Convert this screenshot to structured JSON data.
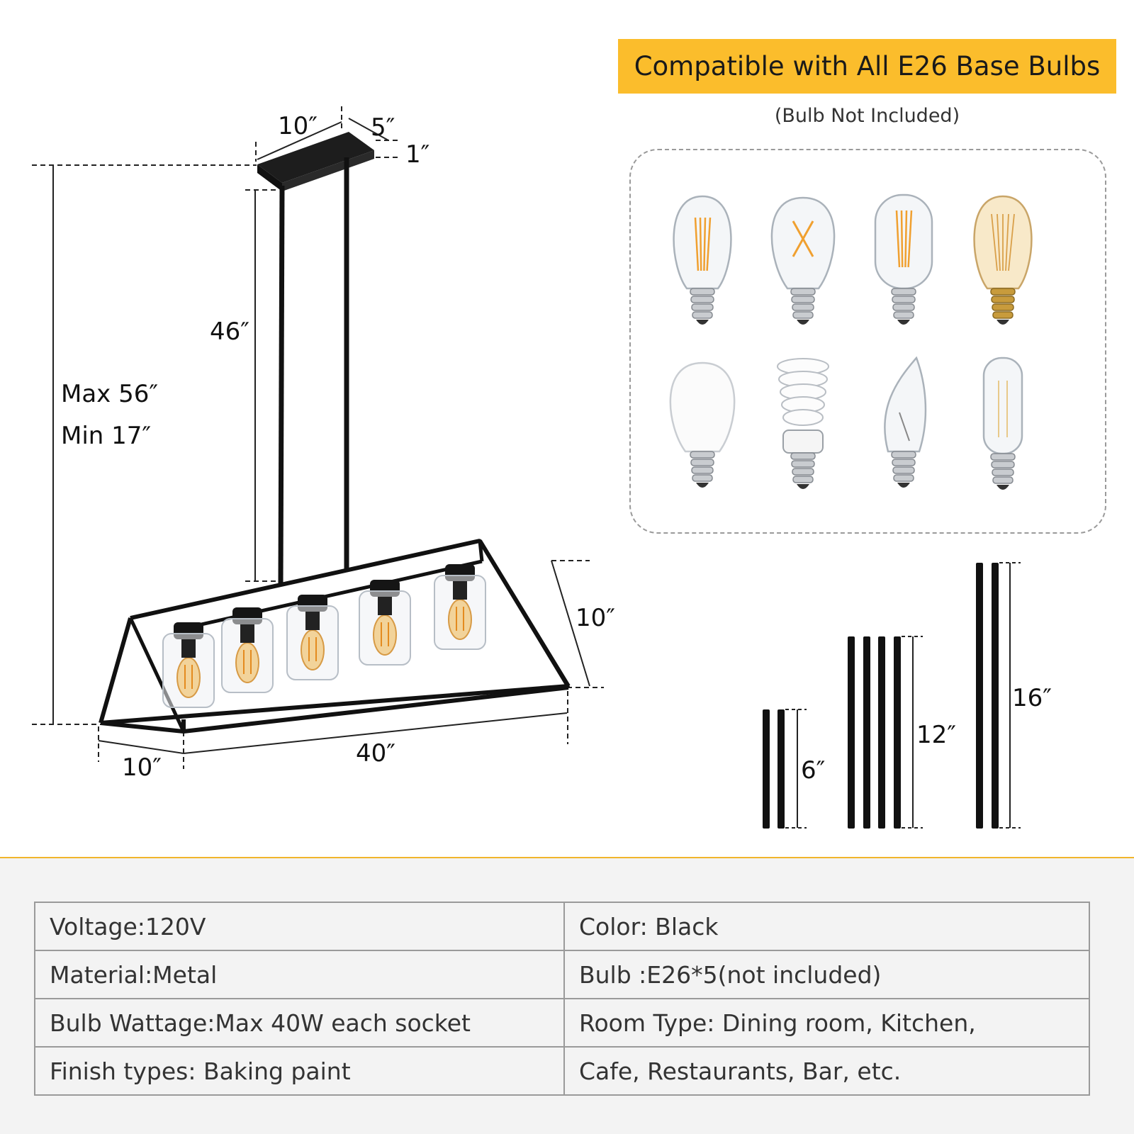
{
  "banner": {
    "text": "Compatible with All E26 Base Bulbs",
    "color": "#fbbd2c"
  },
  "subtitle": "(Bulb Not Included)",
  "bulb_types": [
    {
      "name": "st64-filament-bulb-icon"
    },
    {
      "name": "a19-filament-bulb-icon"
    },
    {
      "name": "t14-filament-bulb-icon"
    },
    {
      "name": "st64-squirrel-cage-bulb-icon"
    },
    {
      "name": "a19-led-bulb-icon"
    },
    {
      "name": "spiral-cfl-bulb-icon"
    },
    {
      "name": "flame-tip-bulb-icon"
    },
    {
      "name": "t10-tubular-bulb-icon"
    }
  ],
  "dimensions": {
    "canopy_length": "10″",
    "canopy_width": "5″",
    "canopy_height": "1″",
    "rod_length": "46″",
    "max_height": "Max 56″",
    "min_height": "Min 17″",
    "frame_height": "10″",
    "frame_width": "10″",
    "frame_length": "40″"
  },
  "rods": [
    {
      "label": "6″"
    },
    {
      "label": "12″"
    },
    {
      "label": "16″"
    }
  ],
  "specs": [
    [
      "Voltage:120V",
      "Color: Black"
    ],
    [
      "Material:Metal",
      "Bulb :E26*5(not included)"
    ],
    [
      "Bulb Wattage:Max 40W each socket",
      "Room Type:  Dining room, Kitchen,"
    ],
    [
      "Finish types:  Baking paint",
      "Cafe, Restaurants, Bar, etc."
    ]
  ],
  "accent_color": "#f1b52c"
}
